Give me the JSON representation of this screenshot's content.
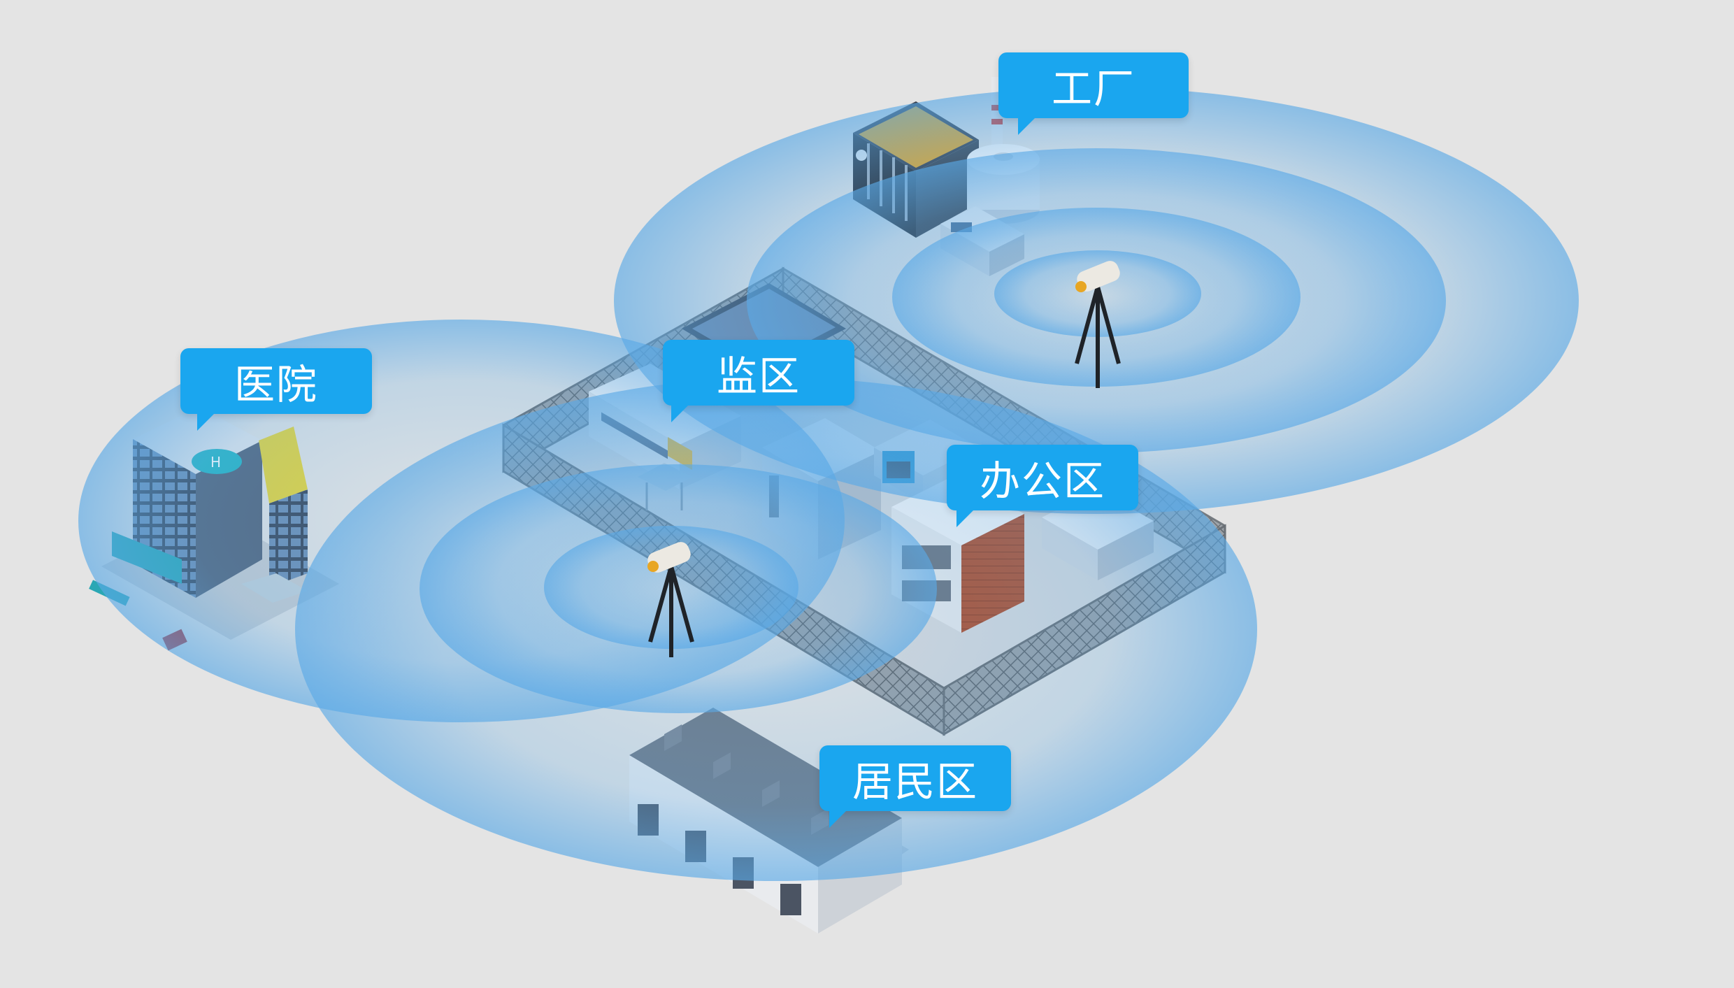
{
  "labels": {
    "factory": "工厂",
    "hospital": "医院",
    "prison": "监区",
    "office": "办公区",
    "residential": "居民区"
  },
  "colors": {
    "background": "#e4e4e4",
    "signal_blue": "#5aa9e6",
    "label_blue": "#1aa6ef",
    "fence_gray": "#7c8288"
  },
  "icons": {
    "sensor": "tripod-radar-sensor-icon",
    "hospital": "hospital-building-icon",
    "factory": "factory-icon",
    "houses": "townhouse-row-icon"
  }
}
